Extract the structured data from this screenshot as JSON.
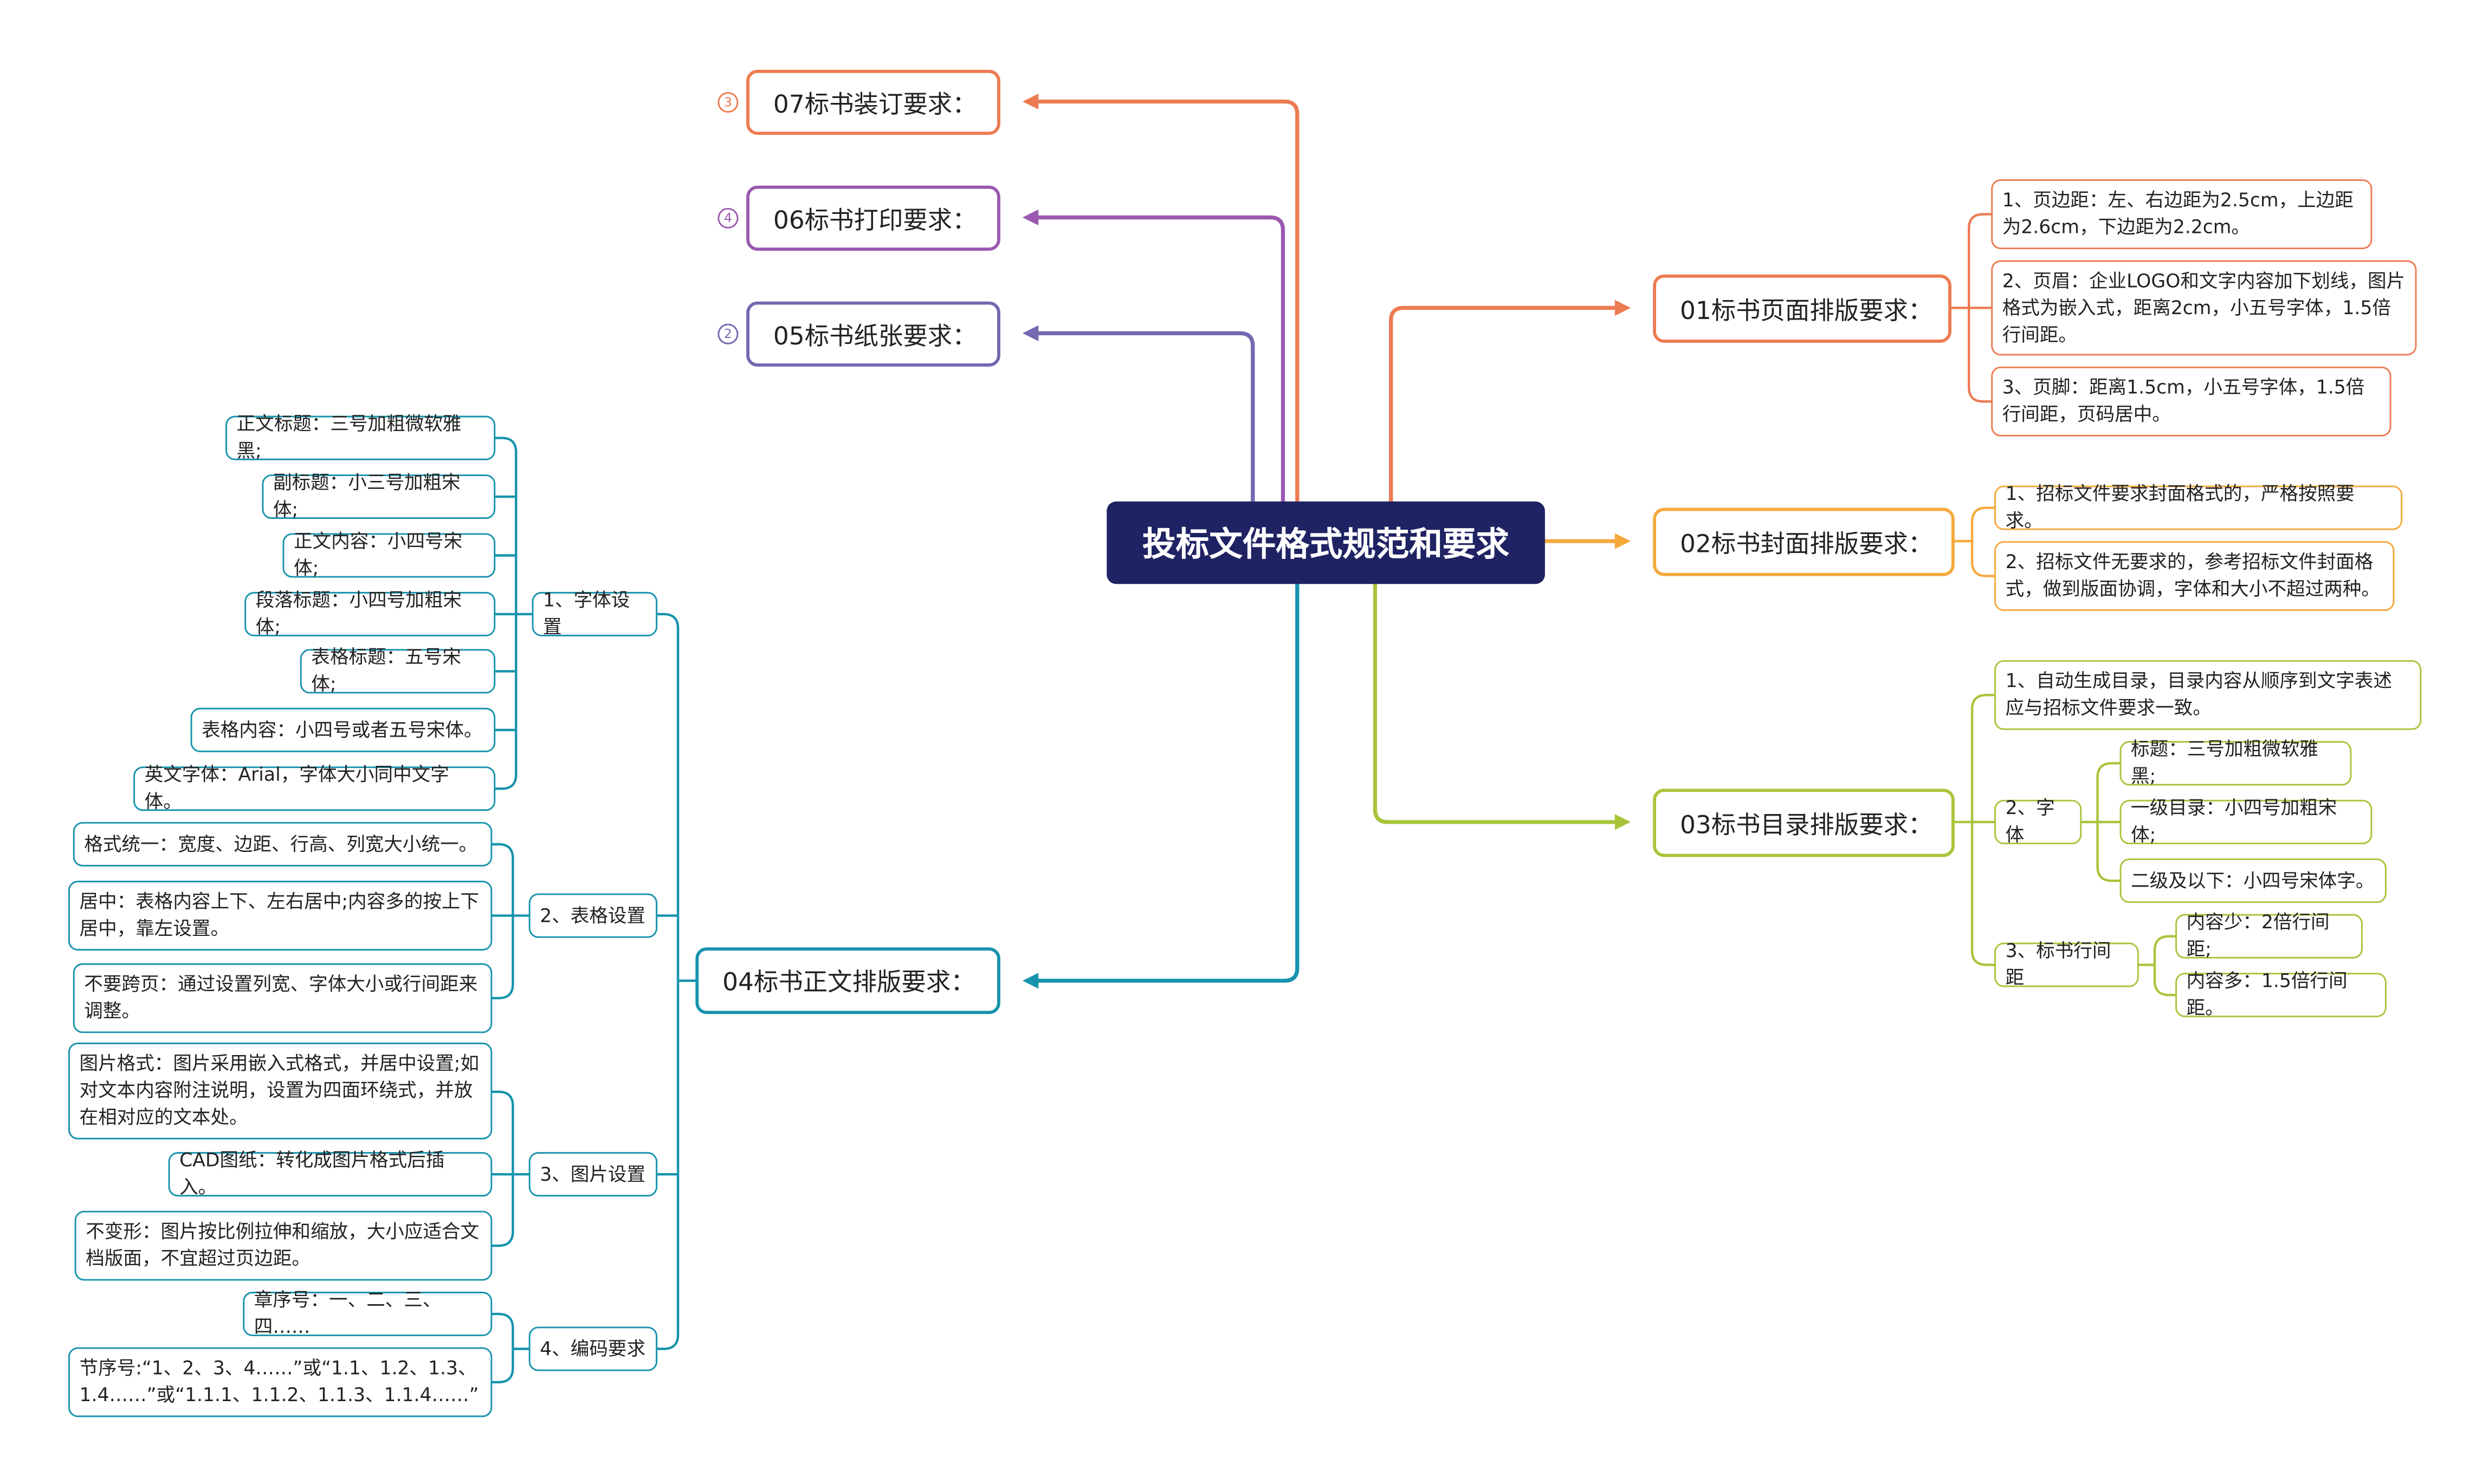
{
  "root": {
    "title": "投标文件格式规范和要求"
  },
  "colors": {
    "c01": "#ed7b52",
    "c02": "#f5a93c",
    "c03": "#a8c43a",
    "c04": "#1793ad",
    "c05": "#7468b1",
    "c06": "#9b59b0",
    "c07": "#ed7b52",
    "root_bg": "#1f2363"
  },
  "branches": {
    "b01": {
      "label": "01标书页面排版要求：",
      "items": [
        "1、页边距：左、右边距为2.5cm，上边距为2.6cm，下边距为2.2cm。",
        "2、页眉：企业LOGO和文字内容加下划线，图片格式为嵌入式，距离2cm，小五号字体，1.5倍行间距。",
        "3、页脚：距离1.5cm，小五号字体，1.5倍行间距，页码居中。"
      ]
    },
    "b02": {
      "label": "02标书封面排版要求：",
      "items": [
        "1、招标文件要求封面格式的，严格按照要求。",
        "2、招标文件无要求的，参考招标文件封面格式，做到版面协调，字体和大小不超过两种。"
      ]
    },
    "b03": {
      "label": "03标书目录排版要求：",
      "item1": "1、自动生成目录，目录内容从顺序到文字表述应与招标文件要求一致。",
      "font": {
        "label": "2、字体",
        "items": [
          "标题：三号加粗微软雅黑;",
          "一级目录：小四号加粗宋体;",
          "二级及以下：小四号宋体字。"
        ]
      },
      "spacing": {
        "label": "3、标书行间距",
        "items": [
          "内容少：2倍行间距;",
          "内容多：1.5倍行间距。"
        ]
      }
    },
    "b04": {
      "label": "04标书正文排版要求：",
      "font_settings": {
        "label": "1、字体设置",
        "items": [
          "正文标题：三号加粗微软雅黑;",
          "副标题：小三号加粗宋体;",
          "正文内容：小四号宋体;",
          "段落标题：小四号加粗宋体;",
          "表格标题：五号宋体;",
          "表格内容：小四号或者五号宋体。",
          "英文字体：Arial，字体大小同中文字体。"
        ]
      },
      "table_settings": {
        "label": "2、表格设置",
        "items": [
          "格式统一：宽度、边距、行高、列宽大小统一。",
          "居中：表格内容上下、左右居中;内容多的按上下居中，靠左设置。",
          "不要跨页：通过设置列宽、字体大小或行间距来调整。"
        ]
      },
      "image_settings": {
        "label": "3、图片设置",
        "items": [
          "图片格式：图片采用嵌入式格式，并居中设置;如对文本内容附注说明，设置为四面环绕式，并放在相对应的文本处。",
          "CAD图纸：转化成图片格式后插入。",
          "不变形：图片按比例拉伸和缩放，大小应适合文档版面，不宜超过页边距。"
        ]
      },
      "numbering": {
        "label": "4、编码要求",
        "items": [
          "章序号：一、二、三、四……",
          "节序号:“1、2、3、4……”或“1.1、1.2、1.3、1.4……”或“1.1.1、1.1.2、1.1.3、1.1.4……”"
        ]
      }
    },
    "b05": {
      "label": "05标书纸张要求：",
      "badge": "2"
    },
    "b06": {
      "label": "06标书打印要求：",
      "badge": "4"
    },
    "b07": {
      "label": "07标书装订要求：",
      "badge": "3"
    }
  }
}
